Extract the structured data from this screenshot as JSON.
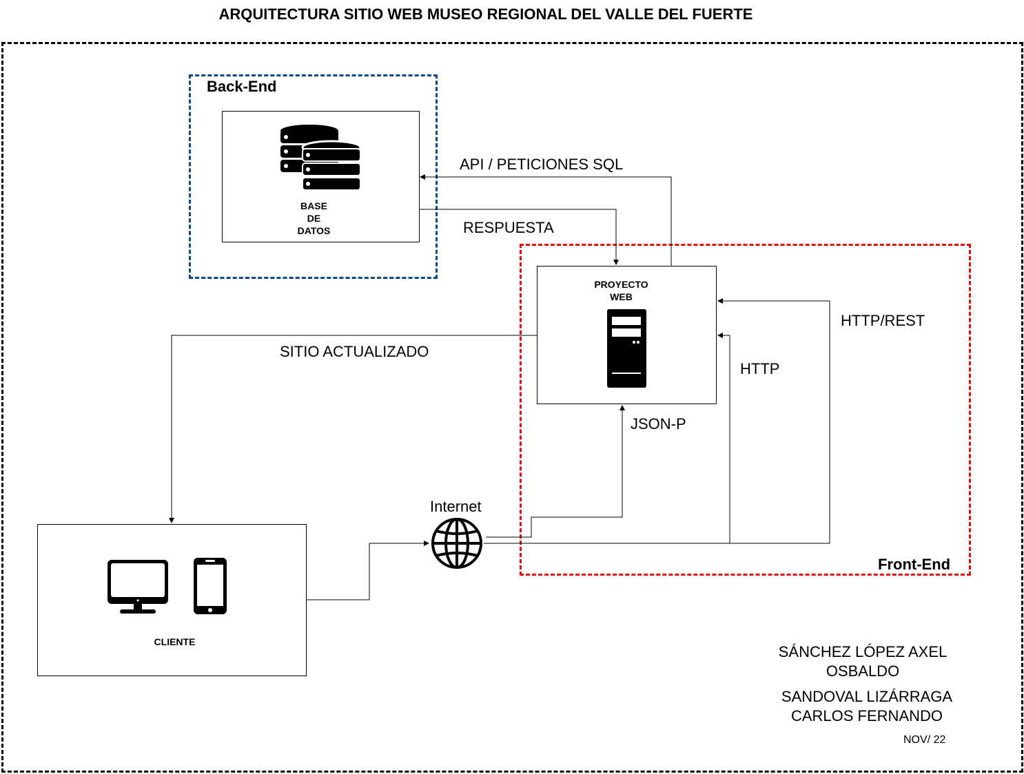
{
  "title": "ARQUITECTURA SITIO WEB MUSEO REGIONAL DEL VALLE DEL FUERTE",
  "zones": {
    "backend": "Back-End",
    "frontend": "Front-End"
  },
  "nodes": {
    "database": {
      "label": "BASE\nDE\nDATOS",
      "icon": "database-icon"
    },
    "web_project": {
      "label": "PROYECTO\nWEB",
      "icon": "server-icon"
    },
    "client": {
      "label": "CLIENTE",
      "icons": [
        "desktop-monitor-icon",
        "smartphone-icon"
      ]
    },
    "internet": {
      "label": "Internet",
      "icon": "globe-icon"
    }
  },
  "edges": {
    "api_sql": "API / PETICIONES SQL",
    "response": "RESPUESTA",
    "site_updated": "SITIO ACTUALIZADO",
    "json_p": "JSON-P",
    "http": "HTTP",
    "http_rest": "HTTP/REST"
  },
  "authors": {
    "author1": "SÁNCHEZ LÓPEZ AXEL\nOSBALDO",
    "author2": "SANDOVAL LIZÁRRAGA\nCARLOS FERNANDO",
    "date": "NOV/ 22"
  },
  "colors": {
    "backend_border": "#0d4a8c",
    "frontend_border": "#e01010",
    "outer_border": "#000000"
  }
}
